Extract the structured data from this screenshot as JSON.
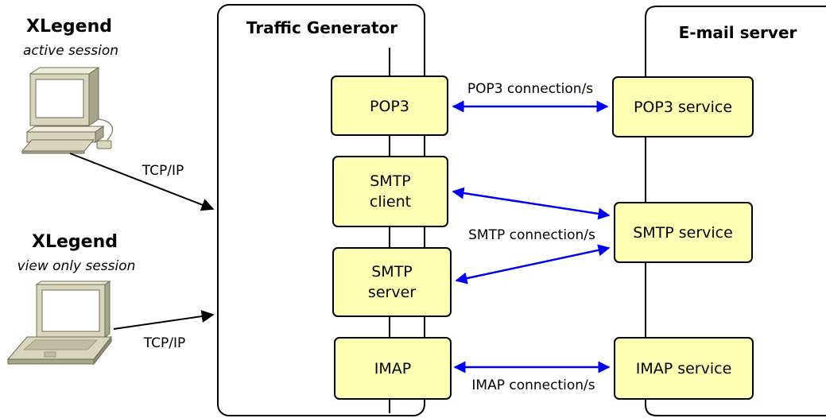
{
  "clients": {
    "active": {
      "title": "XLegend",
      "subtitle": "active session",
      "link_label": "TCP/IP"
    },
    "view_only": {
      "title": "XLegend",
      "subtitle": "view only session",
      "link_label": "TCP/IP"
    }
  },
  "traffic_generator": {
    "title": "Traffic Generator",
    "modules": {
      "pop3": "POP3",
      "smtp_client_line1": "SMTP",
      "smtp_client_line2": "client",
      "smtp_server_line1": "SMTP",
      "smtp_server_line2": "server",
      "imap": "IMAP"
    }
  },
  "email_server": {
    "title": "E-mail server",
    "services": {
      "pop3": "POP3 service",
      "smtp": "SMTP service",
      "imap": "IMAP service"
    }
  },
  "connections": {
    "pop3": "POP3 connection/s",
    "smtp": "SMTP connection/s",
    "imap": "IMAP connection/s"
  },
  "colors": {
    "box_fill": "#ffffb3",
    "arrow_blue": "#0000ee",
    "device_body": "#d9d6bd",
    "device_dark": "#8f8c72"
  }
}
